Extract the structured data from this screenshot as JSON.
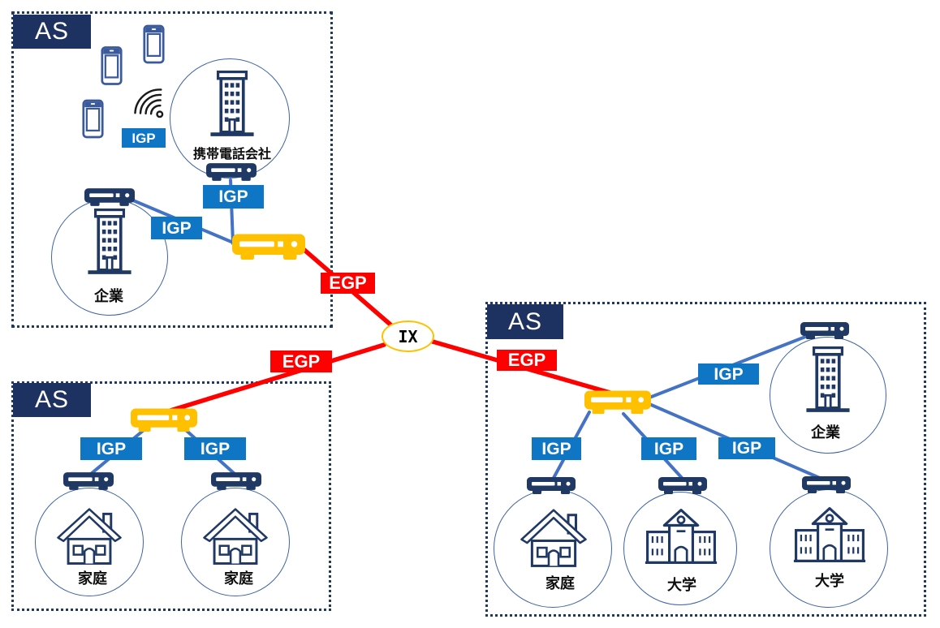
{
  "as_label": "AS",
  "ix_label": "IX",
  "protocols": {
    "igp": "IGP",
    "egp": "EGP"
  },
  "entities": {
    "mobile_company": "携帯電話会社",
    "company": "企業",
    "home": "家庭",
    "university": "大学"
  },
  "colors": {
    "navy": "#1f3864",
    "as_badge": "#1e3261",
    "igp_blue": "#0f76c6",
    "egp_red": "#ff0000",
    "link_blue": "#4472c4",
    "border_router_yellow": "#ffc000",
    "ix_ring": "#ffc000",
    "circle_stroke": "#3e63a8",
    "phone_blue": "#3a5a9b",
    "wifi_black": "#1a1a1a"
  }
}
